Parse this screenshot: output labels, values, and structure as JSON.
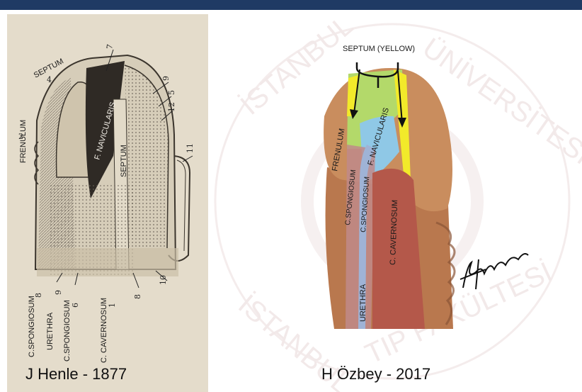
{
  "left_figure": {
    "caption": "J Henle - 1877",
    "labels": {
      "septum_top": "SEPTUM",
      "frenulum": "FRENULUM",
      "f_navicularis": "F. NAVICULARIS",
      "septum_mid": "SEPTUM",
      "c_spongiosum_1": "C.SPONGIOSUM",
      "urethra": "URETHRA",
      "c_spongiosum_2": "C.SPONGIOSUM",
      "c_cavernosum": "C. CAVERNOSUM"
    },
    "numbers": {
      "n7": "7",
      "n9": "9",
      "n5": "5",
      "n12": "12",
      "n11": "11",
      "n10": "10",
      "n8": "8",
      "n1": "1",
      "n6": "6",
      "n8b": "8",
      "n9b": "9",
      "n4": "4",
      "n2": "2"
    }
  },
  "right_figure": {
    "caption": "H Özbey - 2017",
    "labels": {
      "septum_yellow": "SEPTUM (YELLOW)",
      "frenulum": "FRENULUM",
      "f_navicularis": "F. NAVICULARIS",
      "c_spongiosum_1": "C.SPONGIOSUM",
      "c_spongiosum_2": "C.SPONGIOSUM",
      "c_cavernosum": "C. CAVERNOSUM",
      "urethra": "URETHRA"
    },
    "watermark": "İSTANBUL ÜNİVERSİTESİ · İSTANBUL TIP FAKÜLTESİ",
    "colors": {
      "glans": "#c98d5e",
      "shaft": "#b9784e",
      "septum_yellow": "#f2ea2a",
      "navicularis_blue": "#8fc8e6",
      "green_area": "#b3d96a",
      "spongiosum": "#c08a8a",
      "cavernosum": "#b4584a",
      "urethra": "#9fb3d6"
    }
  }
}
